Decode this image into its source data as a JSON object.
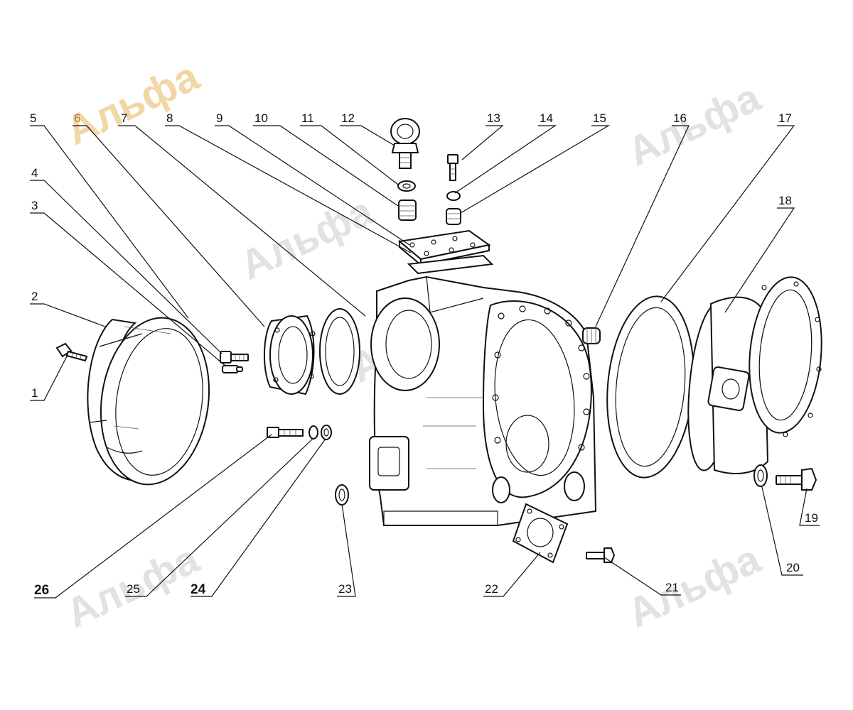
{
  "watermark": {
    "text": "Альфа",
    "color": "#e2e2e2",
    "accent": "#f2d7a6"
  },
  "callouts": [
    {
      "id": "1",
      "label": "1"
    },
    {
      "id": "2",
      "label": "2"
    },
    {
      "id": "3",
      "label": "3"
    },
    {
      "id": "4",
      "label": "4"
    },
    {
      "id": "5",
      "label": "5"
    },
    {
      "id": "6",
      "label": "6"
    },
    {
      "id": "7",
      "label": "7"
    },
    {
      "id": "8",
      "label": "8"
    },
    {
      "id": "9",
      "label": "9"
    },
    {
      "id": "10",
      "label": "10"
    },
    {
      "id": "11",
      "label": "11"
    },
    {
      "id": "12",
      "label": "12"
    },
    {
      "id": "13",
      "label": "13"
    },
    {
      "id": "14",
      "label": "14"
    },
    {
      "id": "15",
      "label": "15"
    },
    {
      "id": "16",
      "label": "16"
    },
    {
      "id": "17",
      "label": "17"
    },
    {
      "id": "18",
      "label": "18"
    },
    {
      "id": "19",
      "label": "19"
    },
    {
      "id": "20",
      "label": "20"
    },
    {
      "id": "21",
      "label": "21"
    },
    {
      "id": "22",
      "label": "22"
    },
    {
      "id": "23",
      "label": "23"
    },
    {
      "id": "24",
      "label": "24"
    },
    {
      "id": "25",
      "label": "25"
    },
    {
      "id": "26",
      "label": "26"
    }
  ]
}
